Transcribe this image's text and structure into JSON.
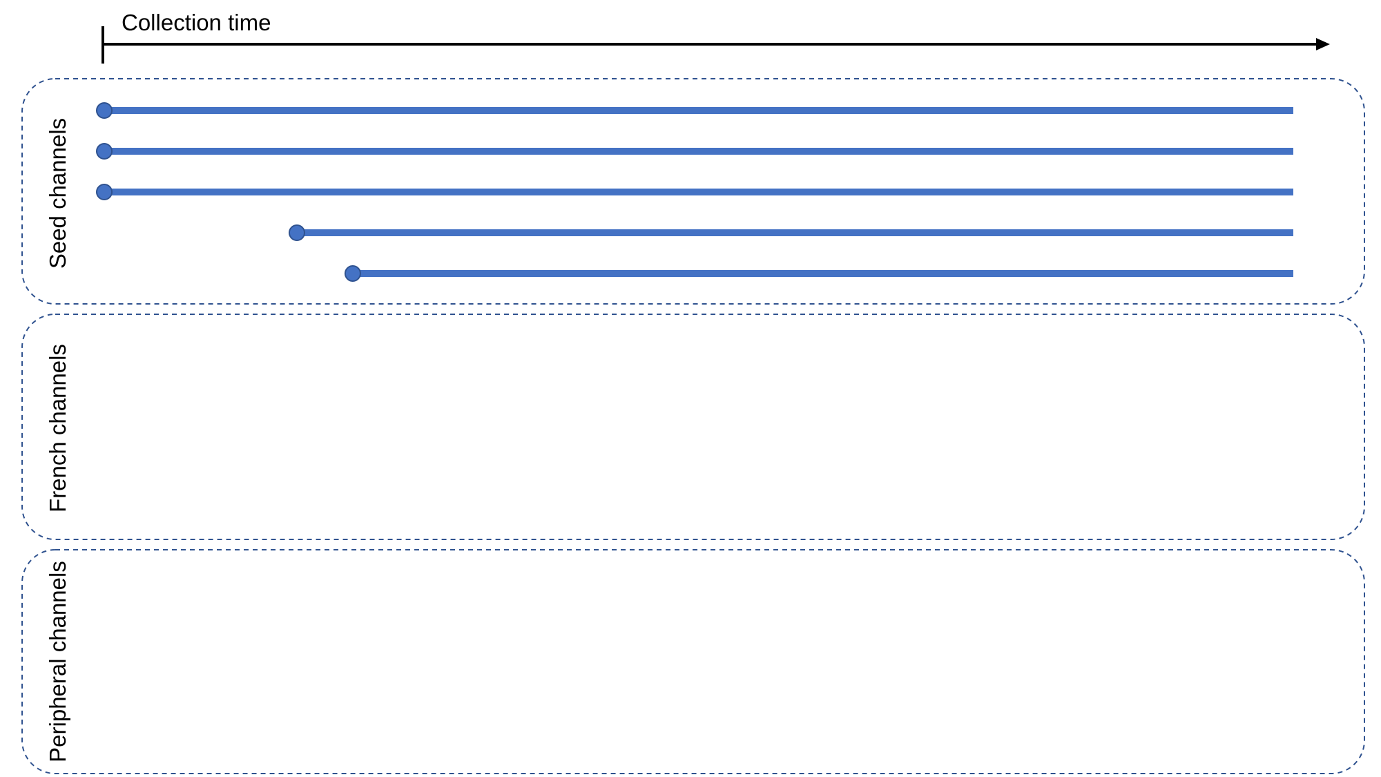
{
  "axis": {
    "label": "Collection time"
  },
  "groups": [
    {
      "label": "Seed channels",
      "channels": [
        {
          "start": 0.0
        },
        {
          "start": 0.0
        },
        {
          "start": 0.0
        },
        {
          "start": 0.162
        },
        {
          "start": 0.209
        }
      ]
    },
    {
      "label": "French channels",
      "channels": []
    },
    {
      "label": "Peripheral channels",
      "channels": []
    }
  ],
  "colors": {
    "channel_line": "#4472C4",
    "channel_dot_fill": "#4472C4",
    "channel_dot_stroke": "#2F528F",
    "group_border": "#2F528F",
    "axis": "#000000"
  }
}
